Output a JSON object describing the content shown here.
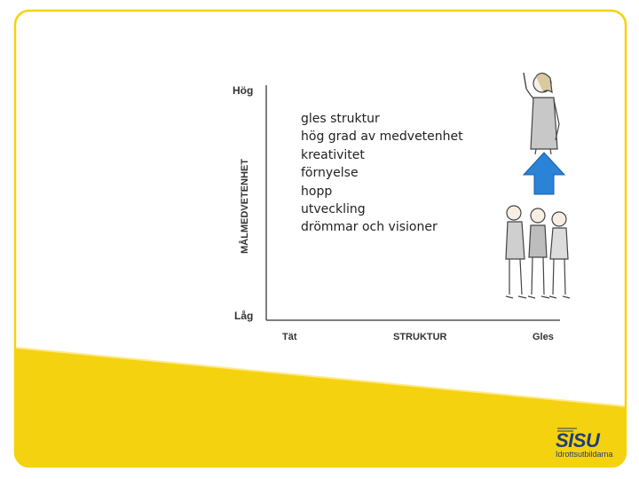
{
  "diagram": {
    "y_axis_label": "MÅLMEDVETENHET",
    "y_top": "Hög",
    "y_bottom": "Låg",
    "x_axis_label": "STRUKTUR",
    "x_left": "Tät",
    "x_right": "Gles",
    "items": [
      "gles struktur",
      "hög grad av medvetenhet",
      "kreativitet",
      "förnyelse",
      "hopp",
      "utveckling",
      "drömmar och visioner"
    ]
  },
  "logo": {
    "name": "SISU",
    "subtitle": "Idrottsutbildarna"
  },
  "colors": {
    "accent_yellow": "#f5d20f",
    "arrow_blue": "#2a83d6",
    "logo_blue": "#1f3e78"
  }
}
